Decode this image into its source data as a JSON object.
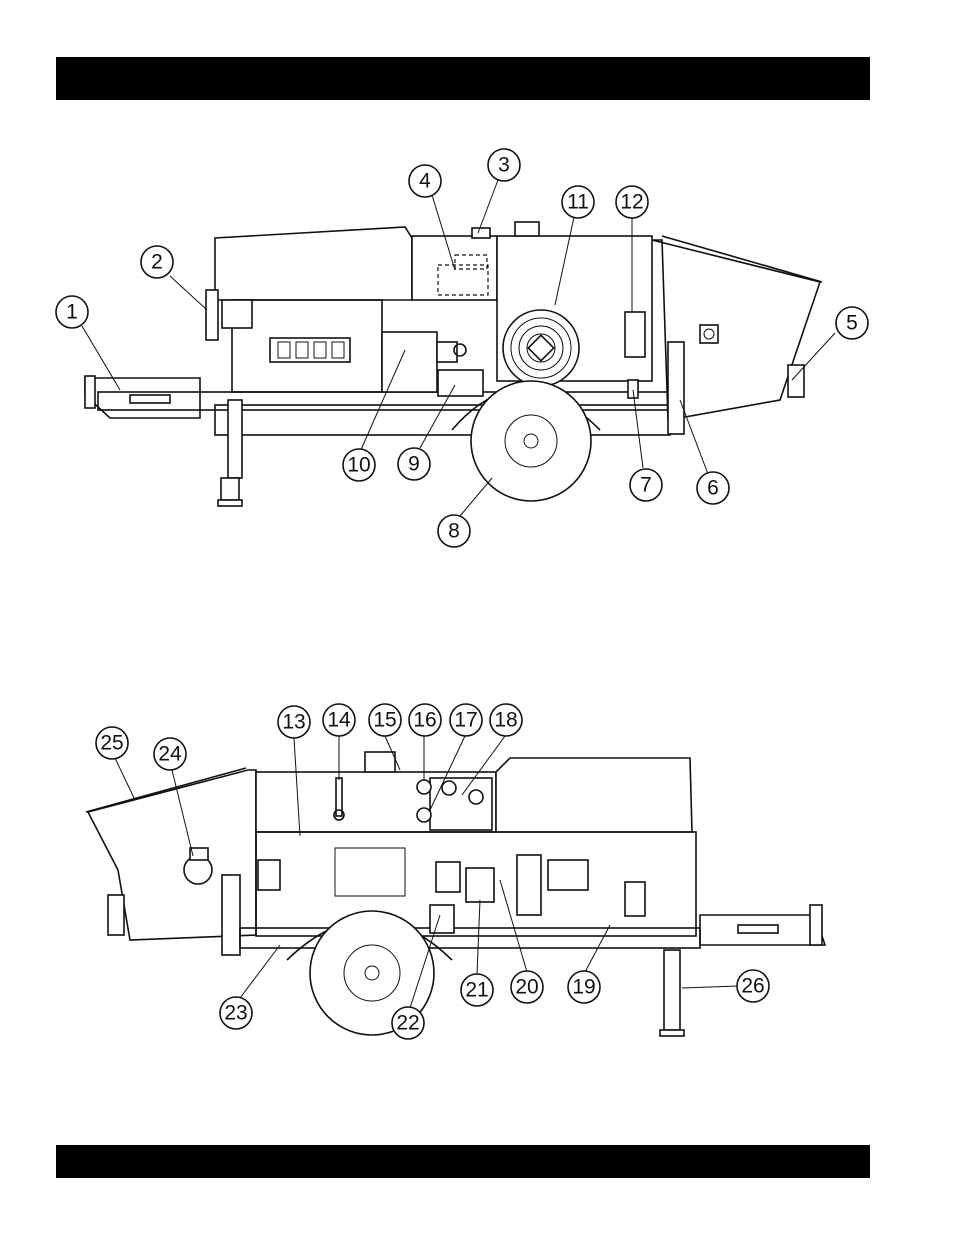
{
  "diagram": {
    "top_view": {
      "callouts": [
        {
          "number": "1"
        },
        {
          "number": "2"
        },
        {
          "number": "3"
        },
        {
          "number": "4"
        },
        {
          "number": "5"
        },
        {
          "number": "6"
        },
        {
          "number": "7"
        },
        {
          "number": "8"
        },
        {
          "number": "9"
        },
        {
          "number": "10"
        },
        {
          "number": "11"
        },
        {
          "number": "12"
        }
      ]
    },
    "bottom_view": {
      "callouts": [
        {
          "number": "13"
        },
        {
          "number": "14"
        },
        {
          "number": "15"
        },
        {
          "number": "16"
        },
        {
          "number": "17"
        },
        {
          "number": "18"
        },
        {
          "number": "19"
        },
        {
          "number": "20"
        },
        {
          "number": "21"
        },
        {
          "number": "22"
        },
        {
          "number": "23"
        },
        {
          "number": "24"
        },
        {
          "number": "25"
        },
        {
          "number": "26"
        }
      ]
    }
  }
}
